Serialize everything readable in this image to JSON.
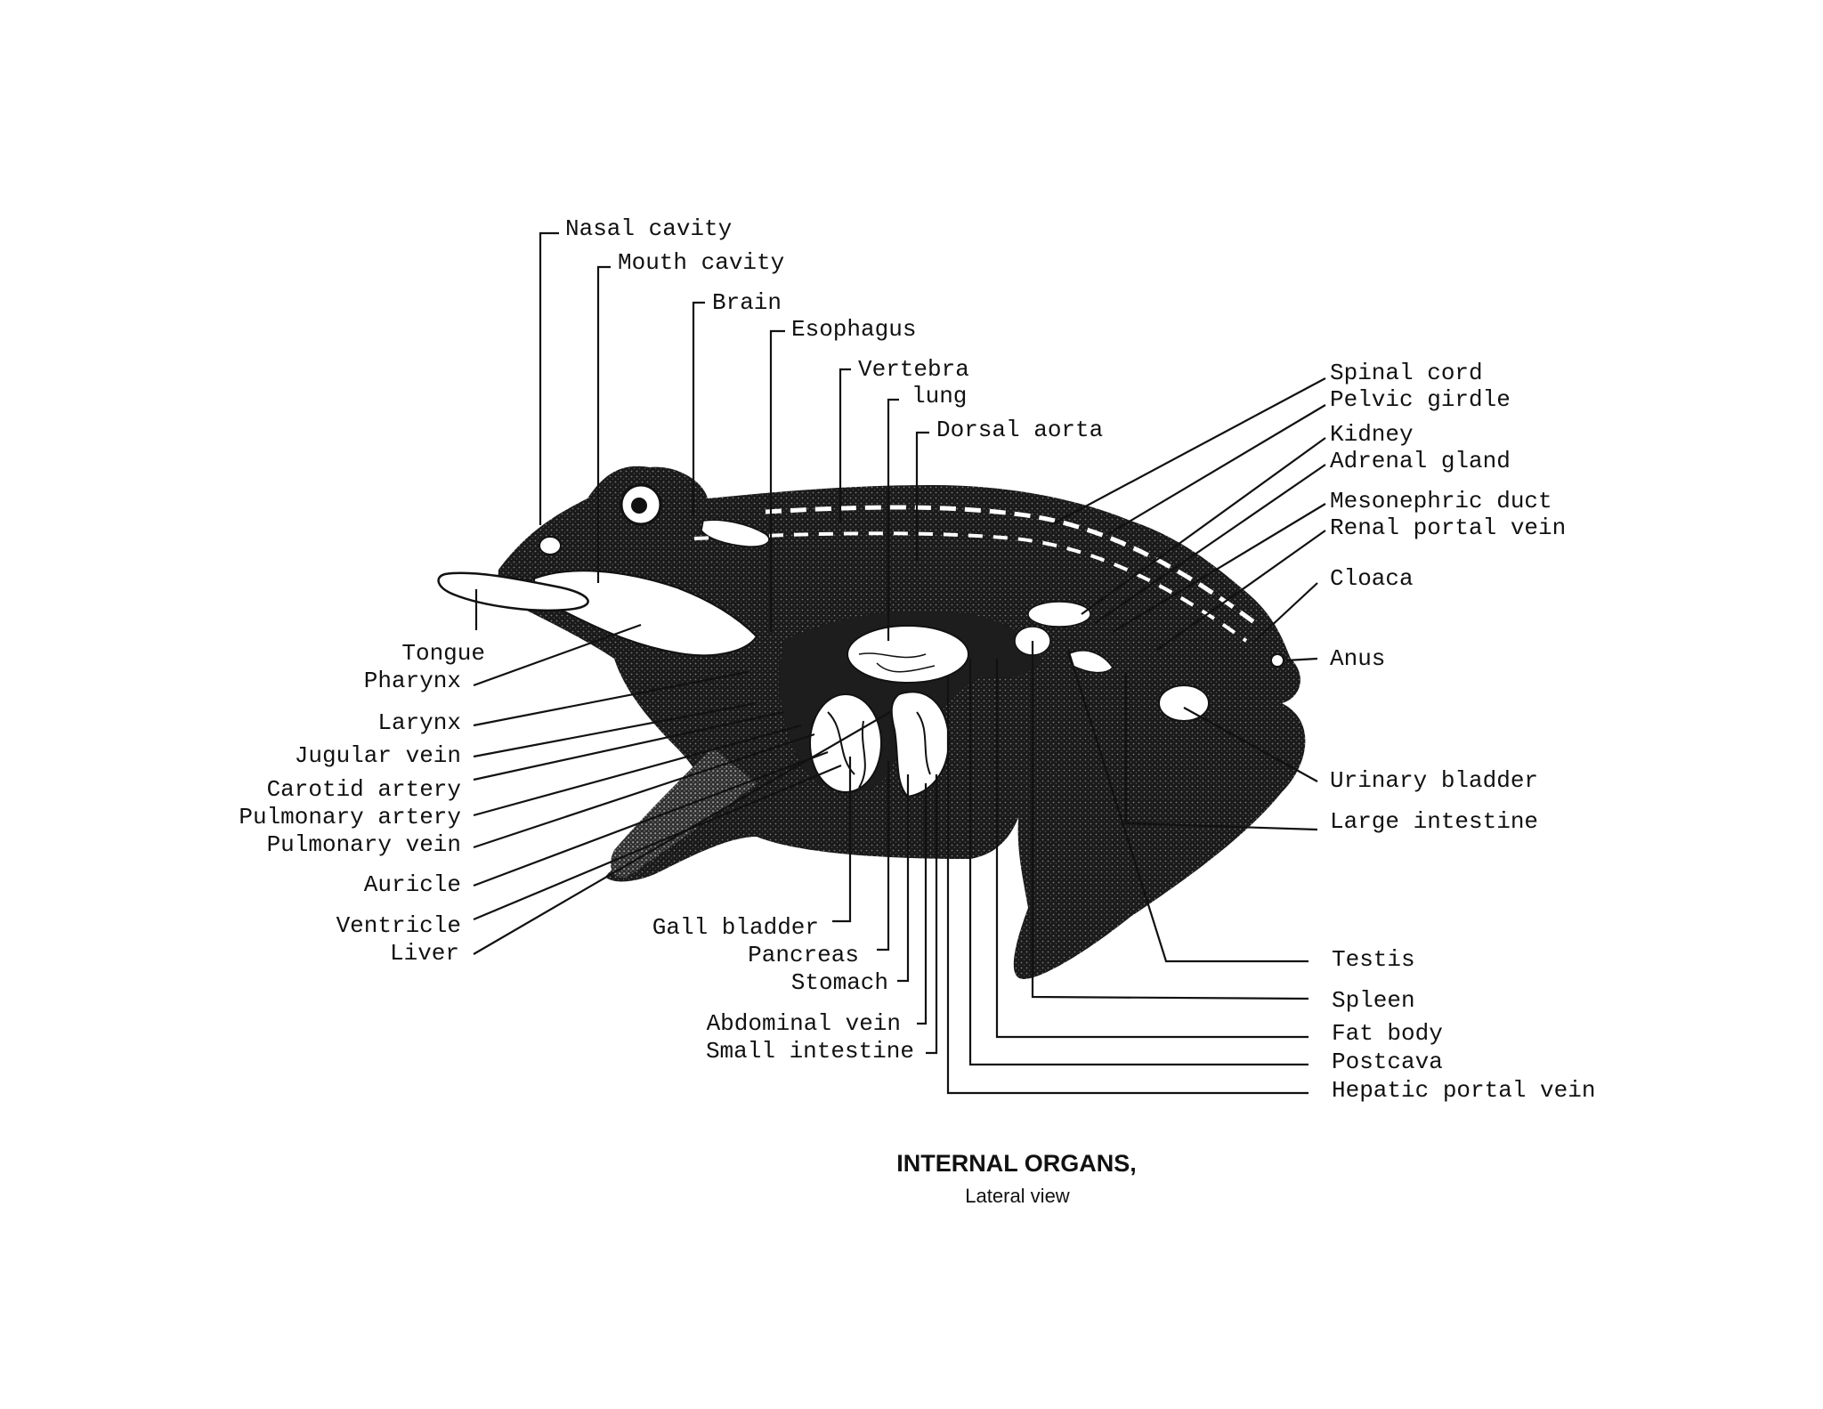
{
  "caption": {
    "title": "INTERNAL ORGANS,",
    "subtitle": "Lateral view"
  },
  "labels": {
    "nasal_cavity": "Nasal cavity",
    "mouth_cavity": "Mouth cavity",
    "brain": "Brain",
    "esophagus": "Esophagus",
    "vertebra": "Vertebra",
    "lung": "lung",
    "dorsal_aorta": "Dorsal aorta",
    "spinal_cord": "Spinal cord",
    "pelvic_girdle": "Pelvic girdle",
    "kidney": "Kidney",
    "adrenal_gland": "Adrenal gland",
    "mesonephric_duct": "Mesonephric duct",
    "renal_portal_vein": "Renal portal vein",
    "cloaca": "Cloaca",
    "anus": "Anus",
    "urinary_bladder": "Urinary bladder",
    "large_intestine": "Large intestine",
    "testis": "Testis",
    "spleen": "Spleen",
    "fat_body": "Fat body",
    "postcava": "Postcava",
    "hepatic_portal_vein": "Hepatic portal vein",
    "tongue": "Tongue",
    "pharynx": "Pharynx",
    "larynx": "Larynx",
    "jugular_vein": "Jugular vein",
    "carotid_artery": "Carotid artery",
    "pulmonary_artery": "Pulmonary artery",
    "pulmonary_vein": "Pulmonary vein",
    "auricle": "Auricle",
    "ventricle": "Ventricle",
    "liver": "Liver",
    "gall_bladder": "Gall bladder",
    "pancreas": "Pancreas",
    "stomach": "Stomach",
    "abdominal_vein": "Abdominal vein",
    "small_intestine": "Small intestine"
  }
}
